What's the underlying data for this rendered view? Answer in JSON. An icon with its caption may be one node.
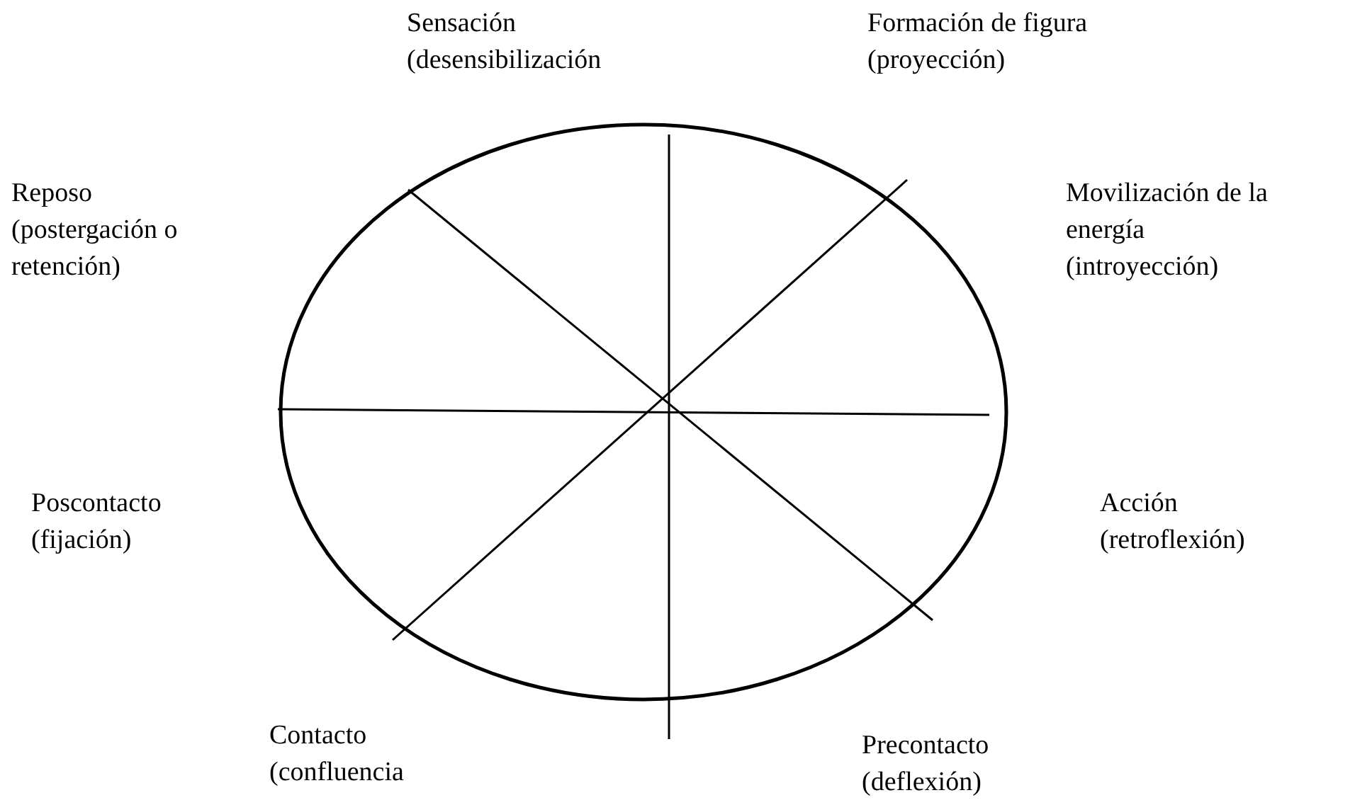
{
  "diagram": {
    "labels": [
      "Sensación",
      "(desensibilización",
      "Formación de figura",
      "(proyección)",
      "Reposo",
      "(postergación o retención)",
      "Movilización de la energía",
      "(introyección)",
      "Poscontacto",
      "(fijación)",
      "Acción",
      "(retroflexión)",
      "Contacto",
      "(confluencia",
      "Precontacto",
      "(deflexión)"
    ]
  }
}
